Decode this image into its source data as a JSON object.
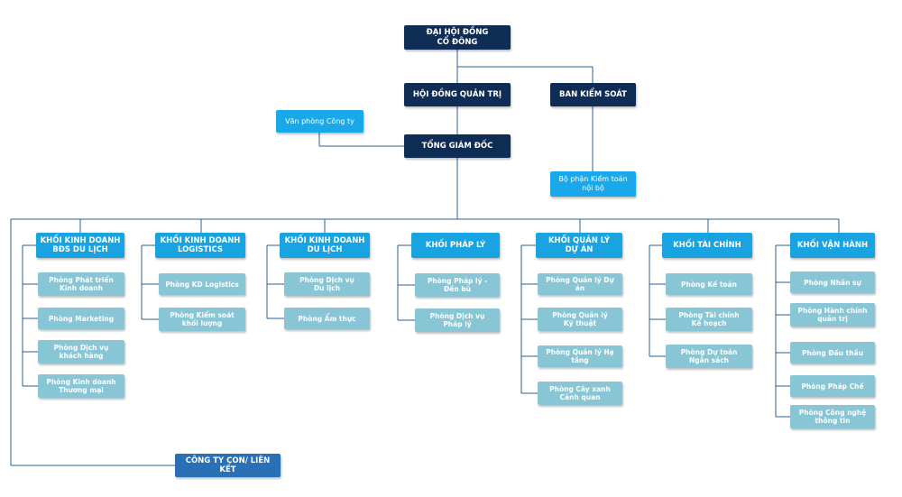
{
  "colors": {
    "navy": "#0f2d54",
    "blue": "#19a3e0",
    "subunit": "#88c6d6",
    "subsidiary": "#2a70b6",
    "line": "#2a5f8f"
  },
  "top": {
    "shareholders": "ĐẠI HỘI ĐỒNG\nCỔ ĐÔNG",
    "board": "HỘI ĐỒNG QUẢN TRỊ",
    "supervisory": "BAN KIỂM SOÁT",
    "office": "Văn phòng Công ty",
    "ceo": "TỔNG GIÁM ĐỐC",
    "audit": "Bộ phận Kiểm toán\nnội bộ",
    "subsidiary": "CÔNG TY CON/ LIÊN KẾT"
  },
  "blocks": [
    {
      "title": "KHỐI KINH DOANH\nBĐS DU LỊCH",
      "items": [
        "Phòng Phát triển\nKinh doanh",
        "Phòng Marketing",
        "Phòng Dịch vụ\nkhách hàng",
        "Phòng Kinh doanh\nThương mại"
      ]
    },
    {
      "title": "KHỐI KINH DOANH\nLOGISTICS",
      "items": [
        "Phòng KD Logistics",
        "Phòng Kiểm soát\nkhối lượng"
      ]
    },
    {
      "title": "KHỐI KINH DOANH\nDU LỊCH",
      "items": [
        "Phòng Dịch vụ\nDu lịch",
        "Phòng Ẩm thực"
      ]
    },
    {
      "title": "KHỐI PHÁP LÝ",
      "items": [
        "Phòng Pháp lý -\nĐền bù",
        "Phòng Dịch vụ\nPháp lý"
      ]
    },
    {
      "title": "KHỐI QUẢN LÝ\nDỰ ÁN",
      "items": [
        "Phòng Quản lý Dự án",
        "Phòng Quản lý\nKỹ thuật",
        "Phòng Quản lý Hạ tầng",
        "Phòng Cây xanh\nCảnh quan"
      ]
    },
    {
      "title": "KHỐI TÀI CHÍNH",
      "items": [
        "Phòng Kế toán",
        "Phòng Tài chính\nKế hoạch",
        "Phòng Dự toán\nNgân sách"
      ]
    },
    {
      "title": "KHỐI VẬN HÀNH",
      "items": [
        "Phòng Nhân sự",
        "Phòng Hành chính\nquản trị",
        "Phòng Đấu thầu",
        "Phòng Pháp Chế",
        "Phòng Công nghệ\nthông tin"
      ]
    }
  ]
}
